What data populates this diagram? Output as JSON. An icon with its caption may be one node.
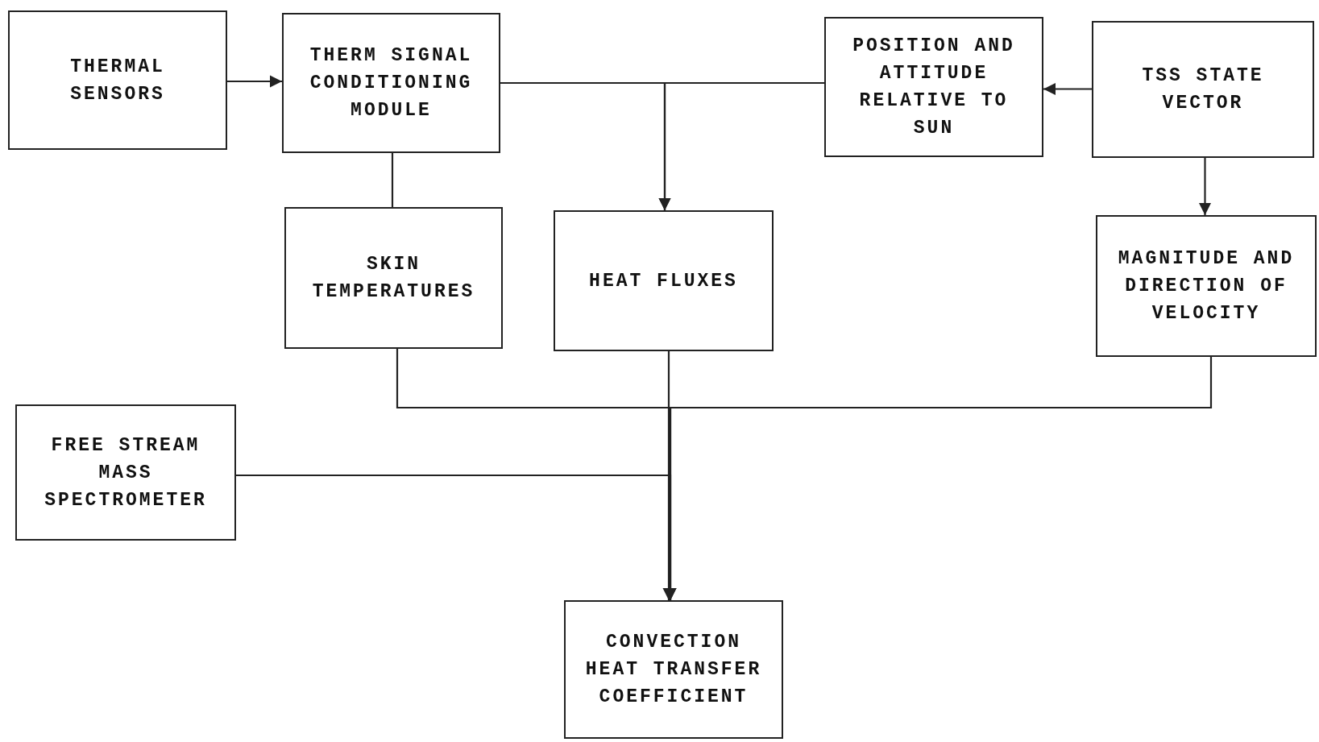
{
  "diagram": {
    "nodes": [
      {
        "text": [
          "THERMAL SENSORS"
        ]
      },
      {
        "text": [
          "THERM SIGNAL CONDITIONING MODULE"
        ]
      },
      {
        "text": [
          "POSITION AND ATTITUDE RELATIVE TO SUN"
        ]
      },
      {
        "text": [
          "TSS STATE VECTOR"
        ]
      },
      {
        "text": [
          "SKIN TEMPERATURES"
        ]
      },
      {
        "text": [
          "HEAT FLUXES"
        ]
      },
      {
        "text": [
          "MAGNITUDE AND DIRECTION OF VELOCITY"
        ]
      },
      {
        "text": [
          "FREE STREAM MASS SPECTROMETER"
        ]
      },
      {
        "text": [
          "CONVECTION HEAT TRANSFER COEFFICIENT"
        ]
      }
    ],
    "edges": [
      {
        "from": 0,
        "to": 1,
        "arrow": "to"
      },
      {
        "from": 1,
        "to": 5,
        "arrow": "to"
      },
      {
        "from": 2,
        "to": 5,
        "arrow": "to"
      },
      {
        "from": 3,
        "to": 2,
        "arrow": "to"
      },
      {
        "from": 1,
        "to": 4,
        "arrow": "none"
      },
      {
        "from": 3,
        "to": 6,
        "arrow": "to"
      },
      {
        "from": 5,
        "to": 8,
        "arrow": "to"
      },
      {
        "from": 4,
        "to": 8,
        "arrow": "to"
      },
      {
        "from": 6,
        "to": 8,
        "arrow": "to"
      },
      {
        "from": 7,
        "to": 8,
        "arrow": "to"
      }
    ]
  }
}
